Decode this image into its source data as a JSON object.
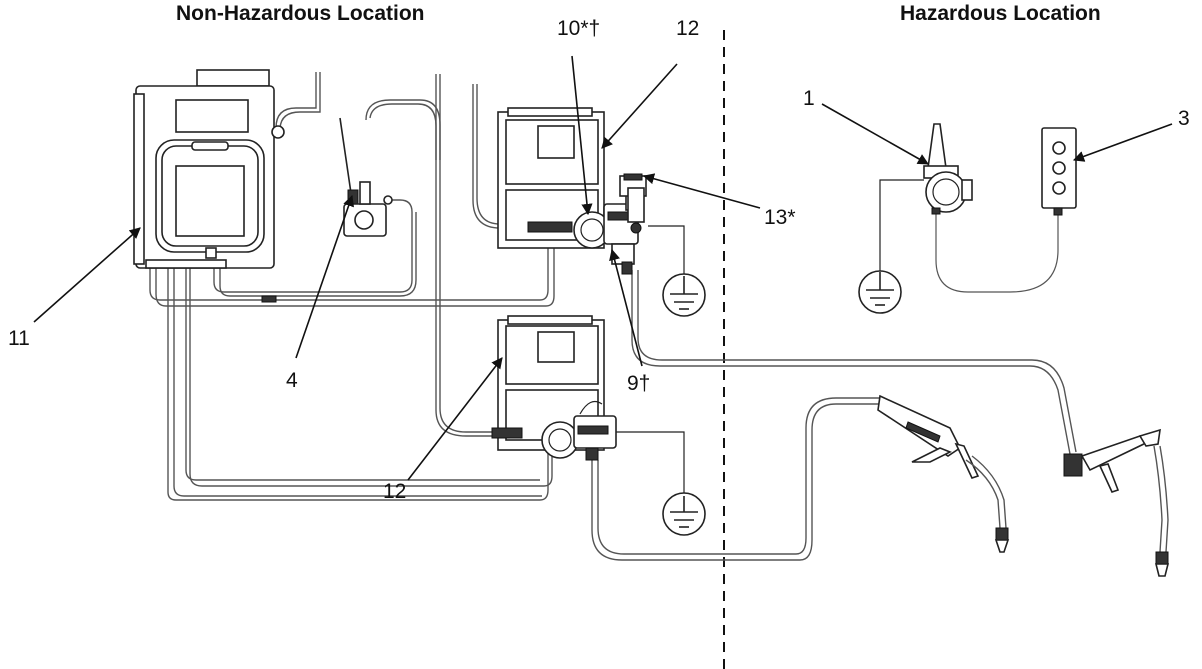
{
  "headings": {
    "non_hazardous": "Non-Hazardous Location",
    "hazardous": "Hazardous Location"
  },
  "callouts": {
    "c1": "1",
    "c3": "3",
    "c4": "4",
    "c9": "9†",
    "c10": "10*†",
    "c11": "11",
    "c12_top": "12",
    "c12_bottom": "12",
    "c13": "13*"
  },
  "icons": {
    "ground": "ground-icon",
    "divider": "dashed-boundary-line"
  }
}
